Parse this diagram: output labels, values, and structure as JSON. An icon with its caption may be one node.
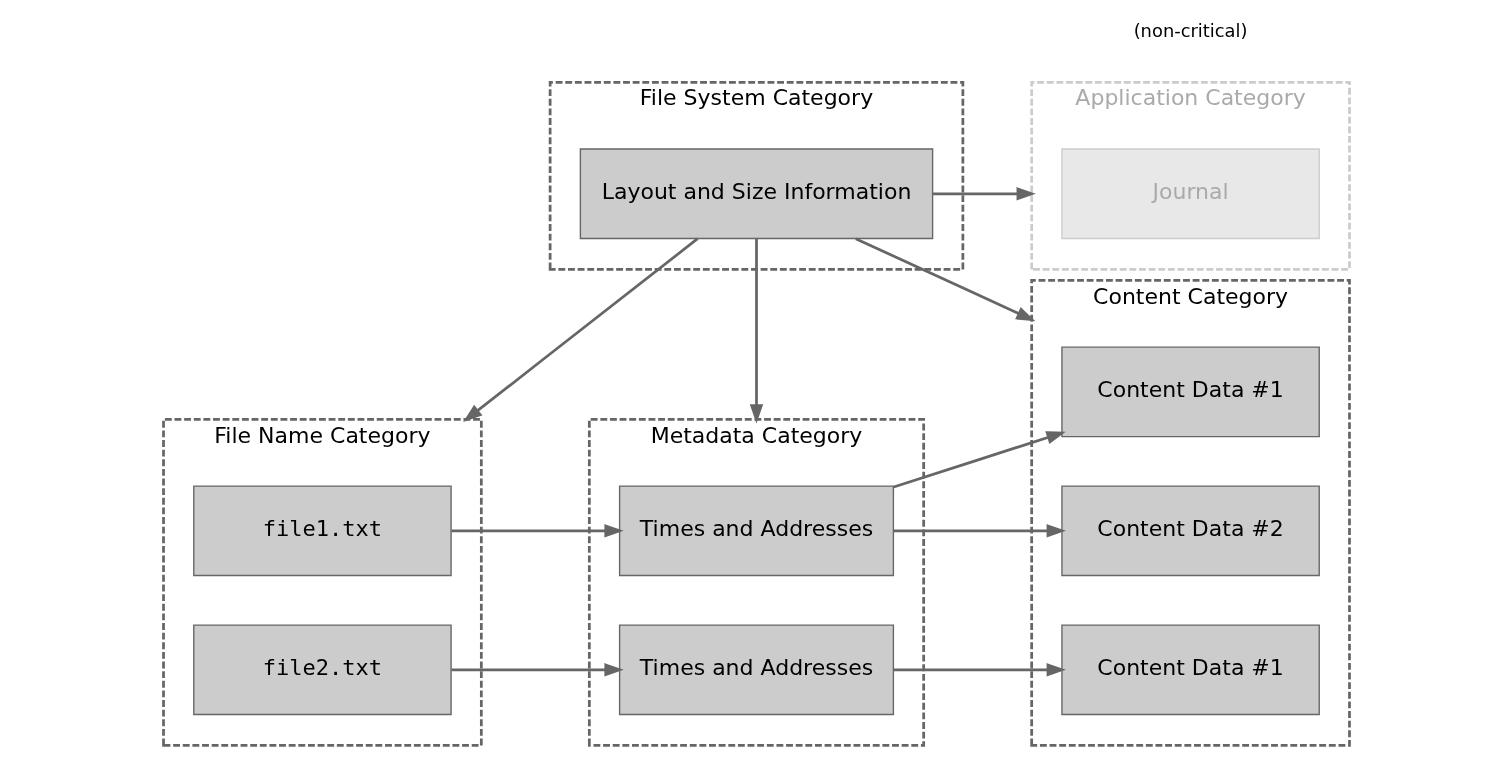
{
  "diagram": {
    "nodes": [
      {
        "text": [
          "File System Category"
        ]
      },
      {
        "text": [
          "Layout and Size Information"
        ],
        "in": 0
      },
      {
        "text": [
          "Application Category"
        ],
        "beside": [
          "(non-critical)"
        ]
      },
      {
        "text": [
          "Journal"
        ],
        "in": 2
      },
      {
        "text": [
          "File Name Category"
        ]
      },
      {
        "text": [
          "file1.txt"
        ],
        "in": 4
      },
      {
        "text": [
          "file2.txt"
        ],
        "in": 4
      },
      {
        "text": [
          "Metadata Category"
        ]
      },
      {
        "text": [
          "Times and Addresses"
        ],
        "in": 7
      },
      {
        "text": [
          "Times and Addresses"
        ],
        "in": 7
      },
      {
        "text": [
          "Content Category"
        ]
      },
      {
        "text": [
          "Content Data #1"
        ],
        "in": 10
      },
      {
        "text": [
          "Content Data #2"
        ],
        "in": 10
      },
      {
        "text": [
          "Content Data #1"
        ],
        "in": 10
      }
    ],
    "edges": [
      {
        "from": 1,
        "to": 2,
        "arrow": "to"
      },
      {
        "from": 1,
        "to": 4,
        "arrow": "to"
      },
      {
        "from": 1,
        "to": 7,
        "arrow": "to"
      },
      {
        "from": 1,
        "to": 10,
        "arrow": "to"
      },
      {
        "from": 5,
        "to": 8,
        "arrow": "to"
      },
      {
        "from": 6,
        "to": 9,
        "arrow": "to"
      },
      {
        "from": 8,
        "to": 11,
        "arrow": "to"
      },
      {
        "from": 8,
        "to": 12,
        "arrow": "to"
      },
      {
        "from": 9,
        "to": 13,
        "arrow": "to"
      }
    ]
  }
}
